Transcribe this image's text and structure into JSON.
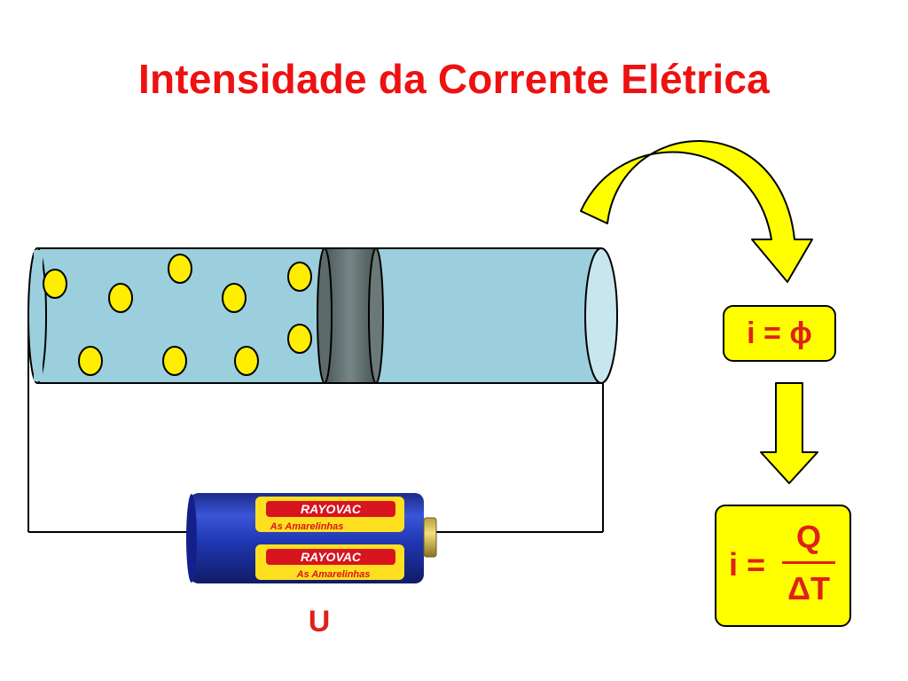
{
  "title": "Intensidade da Corrente Elétrica",
  "formula_flux": "i = ϕ",
  "formula_rate": {
    "lhs": "i =",
    "numerator": "Q",
    "denominator": "ΔT"
  },
  "voltage_label": "U",
  "battery": {
    "brand": "RAYOVAC",
    "slogan": "As Amarelinhas"
  },
  "colors": {
    "title": "#ee1111",
    "formula_text": "#e0201a",
    "formula_box": "#ffff00",
    "tube": "#9ccfdd",
    "charge": "#ffee00",
    "arrow": "#ffff00",
    "battery_body": "#1a2fa0"
  }
}
